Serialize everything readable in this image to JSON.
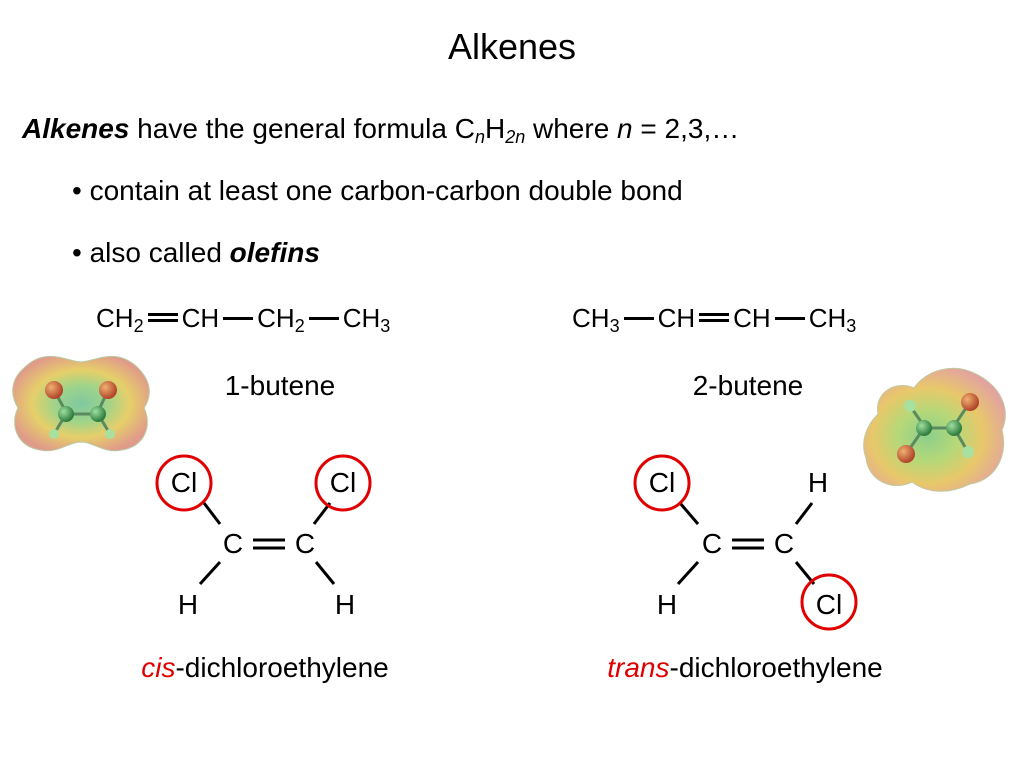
{
  "slide": {
    "title": "Alkenes",
    "intro": {
      "term": "Alkenes",
      "text1": " have the general formula C",
      "sub1": "n",
      "text2": "H",
      "sub2": "2n",
      "text3": " where ",
      "var": "n",
      "text4": " = 2,3,…"
    },
    "bullets": {
      "b1": "• contain at least one carbon-carbon double bond",
      "b2_text": "• also called ",
      "b2_term": "olefins"
    },
    "butene1": {
      "g1": "CH",
      "g1sub": "2",
      "g2": "CH",
      "g3": "CH",
      "g3sub": "2",
      "g4": "CH",
      "g4sub": "3",
      "name": "1-butene"
    },
    "butene2": {
      "g1": "CH",
      "g1sub": "3",
      "g2": "CH",
      "g3": "CH",
      "g4": "CH",
      "g4sub": "3",
      "name": "2-butene"
    },
    "cis": {
      "tl": "Cl",
      "tr": "Cl",
      "c1": "C",
      "c2": "C",
      "bl": "H",
      "br": "H",
      "prefix": "cis",
      "suffix": "-dichloroethylene"
    },
    "trans": {
      "tl": "Cl",
      "tr": "H",
      "c1": "C",
      "c2": "C",
      "bl": "H",
      "br": "Cl",
      "prefix": "trans",
      "suffix": "-dichloroethylene"
    },
    "colors": {
      "highlight": "#e00000",
      "text": "#000000"
    },
    "images": {
      "left_model": "electrostatic-potential-model-ethylene",
      "right_model": "electrostatic-potential-model-ethylene-rotated"
    }
  }
}
